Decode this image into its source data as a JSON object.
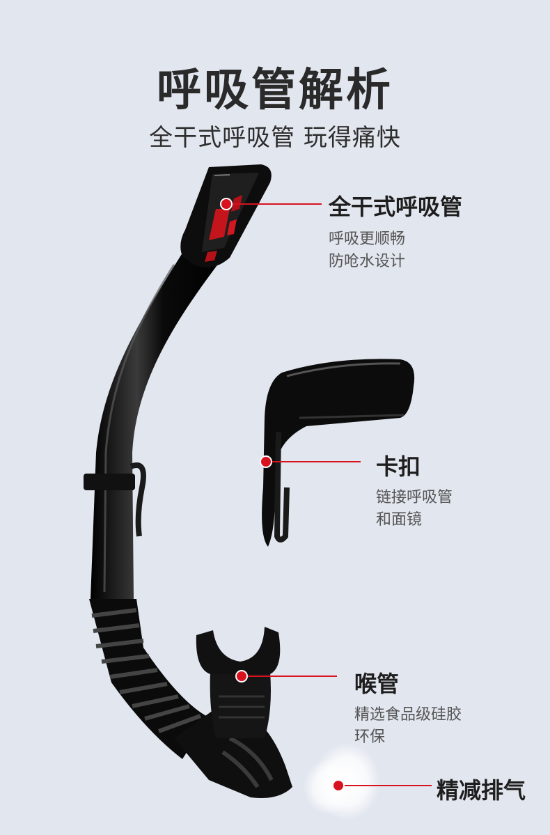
{
  "header": {
    "title": "呼吸管解析",
    "subtitle": "全干式呼吸管 玩得痛快"
  },
  "features": [
    {
      "title": "全干式呼吸管",
      "lines": [
        "呼吸更顺畅",
        "防呛水设计"
      ]
    },
    {
      "title": "卡扣",
      "lines": [
        "链接呼吸管",
        "和面镜"
      ]
    },
    {
      "title": "喉管",
      "lines": [
        "精选食品级硅胶",
        "环保"
      ]
    },
    {
      "title": "精减排气",
      "lines": []
    }
  ],
  "colors": {
    "background": "#e2e6ef",
    "accent_red": "#d8121e",
    "product_black": "#0c0c0c"
  }
}
